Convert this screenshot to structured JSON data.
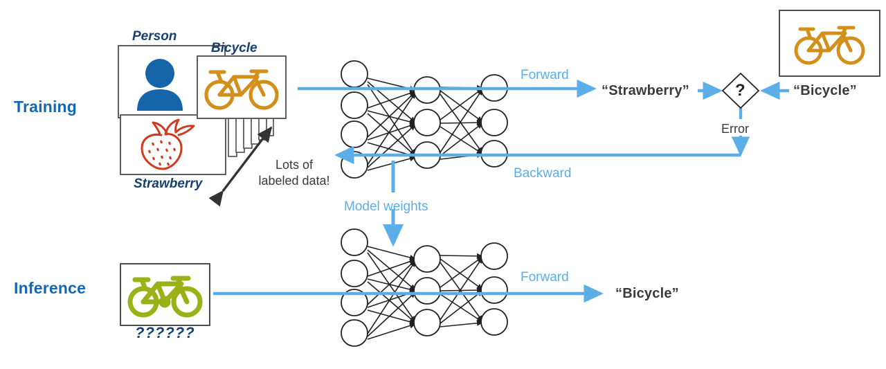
{
  "diagram": {
    "title": "Neural network training and inference workflow",
    "colors": {
      "accent_blue": "#1268B3",
      "flow_blue": "#5BAEE8",
      "label_navy": "#17406E",
      "bicycle_orange": "#D2901A",
      "bicycle_green": "#9AB217",
      "person_blue": "#1565A8",
      "strawberry_red": "#D03A20",
      "node_stroke": "#222222",
      "card_border": "#4D4D4D",
      "text_dark": "#3A3A3A"
    }
  },
  "sections": [
    {
      "key": "training",
      "label": "Training"
    },
    {
      "key": "inference",
      "label": "Inference"
    }
  ],
  "training": {
    "cards": [
      {
        "id": "person",
        "caption": "Person",
        "icon": "person-icon",
        "caption_position": "top"
      },
      {
        "id": "bicycle",
        "caption": "Bicycle",
        "icon": "bicycle-icon",
        "caption_position": "top"
      },
      {
        "id": "strawberry",
        "caption": "Strawberry",
        "icon": "strawberry-icon",
        "caption_position": "bottom"
      }
    ],
    "stack_note": {
      "line1": "Lots of",
      "line2": "labeled data!",
      "arrow": "double-headed-diagonal-arrow"
    },
    "network": {
      "input_nodes": 4,
      "hidden_nodes": 3,
      "output_nodes": 3
    },
    "forward_label": "Forward",
    "backward_label": "Backward",
    "prediction": "“Strawberry”",
    "ground_truth": "“Bicycle”",
    "compare_node": "?",
    "error_label": "Error",
    "truth_image": {
      "icon": "bicycle-icon",
      "color": "#D2901A"
    }
  },
  "model_weights": {
    "label": "Model weights",
    "arrow": "down-arrow"
  },
  "inference": {
    "input_card": {
      "icon": "bicycle-icon",
      "color": "#9AB217",
      "caption": "??????"
    },
    "network": {
      "input_nodes": 4,
      "hidden_nodes": 3,
      "output_nodes": 3
    },
    "forward_label": "Forward",
    "prediction": "“Bicycle”"
  }
}
